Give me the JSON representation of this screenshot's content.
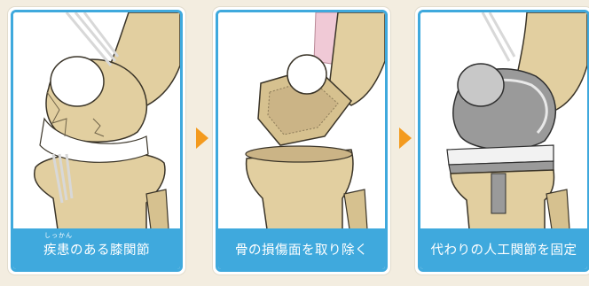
{
  "steps": [
    {
      "caption": "疾患のある膝関節",
      "ruby": "しっかん"
    },
    {
      "caption": "骨の損傷面を取り除く"
    },
    {
      "caption": "代わりの人工関節を固定"
    }
  ],
  "colors": {
    "frame": "#3fa9dd",
    "arrow": "#f39a1e",
    "bone": "#e2cfa0",
    "background": "#f3ede0"
  },
  "icons": {
    "step_arrow": "triangle-right"
  }
}
